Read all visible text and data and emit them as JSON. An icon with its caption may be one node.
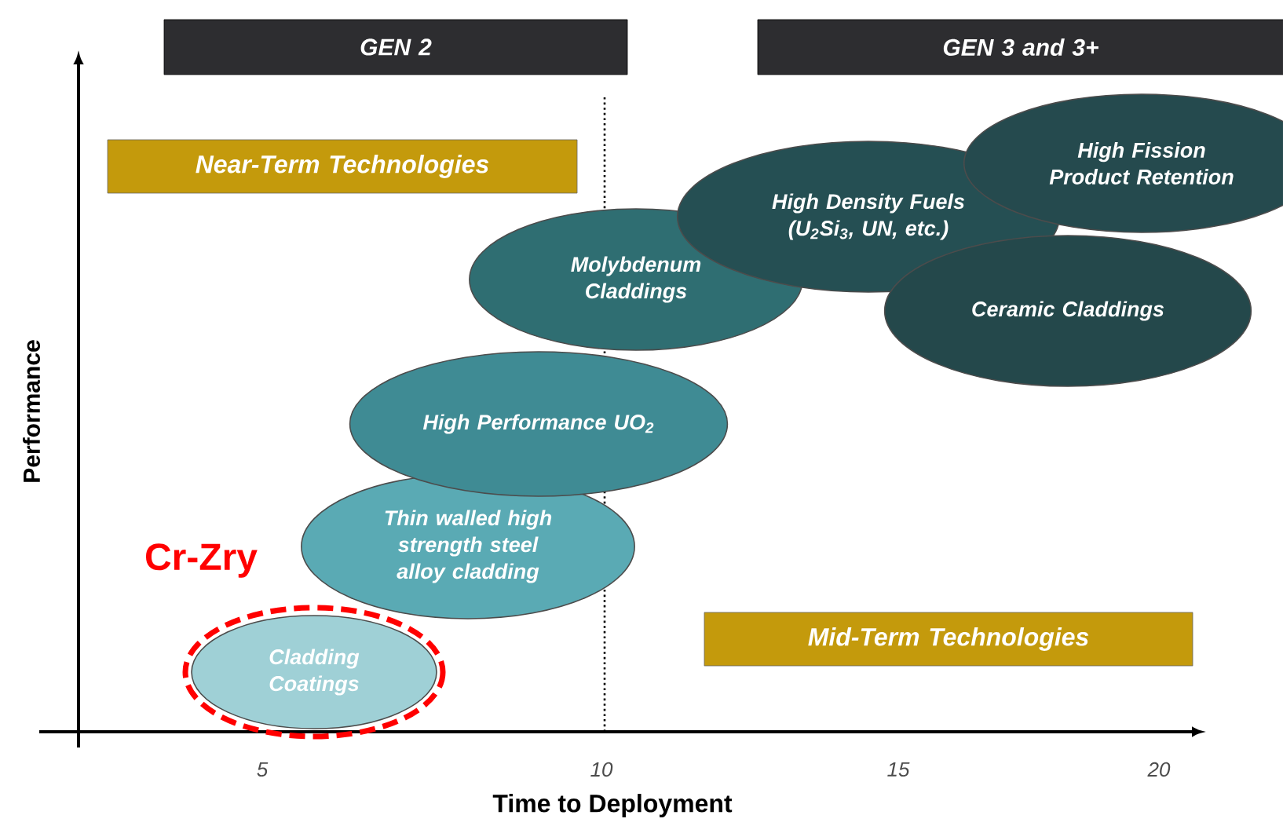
{
  "diagram": {
    "nodes": [
      {
        "text": [
          "GEN 2"
        ]
      },
      {
        "text": [
          "GEN 3 and 3+"
        ]
      },
      {
        "text": [
          "Near-Term Technologies"
        ]
      },
      {
        "text": [
          "Cladding Coatings"
        ]
      },
      {
        "text": [
          "Thin walled high strength steel alloy cladding"
        ]
      },
      {
        "text": [
          "High Performance UO$_{2}$"
        ]
      },
      {
        "text": [
          "Molybdenum Claddings"
        ]
      },
      {
        "text": [
          "High Density Fuels (U$_{2}$Si$_{3}$, UN, etc.)"
        ]
      },
      {
        "text": [
          "High Fission Product Retention"
        ]
      },
      {
        "text": [
          "Ceramic Claddings"
        ]
      },
      {
        "text": [
          "Mid-Term Technologies"
        ]
      }
    ],
    "labels": [
      "Cr-Zry",
      "Performance",
      "5",
      "10",
      "15",
      "20",
      "Time to Deployment"
    ]
  }
}
